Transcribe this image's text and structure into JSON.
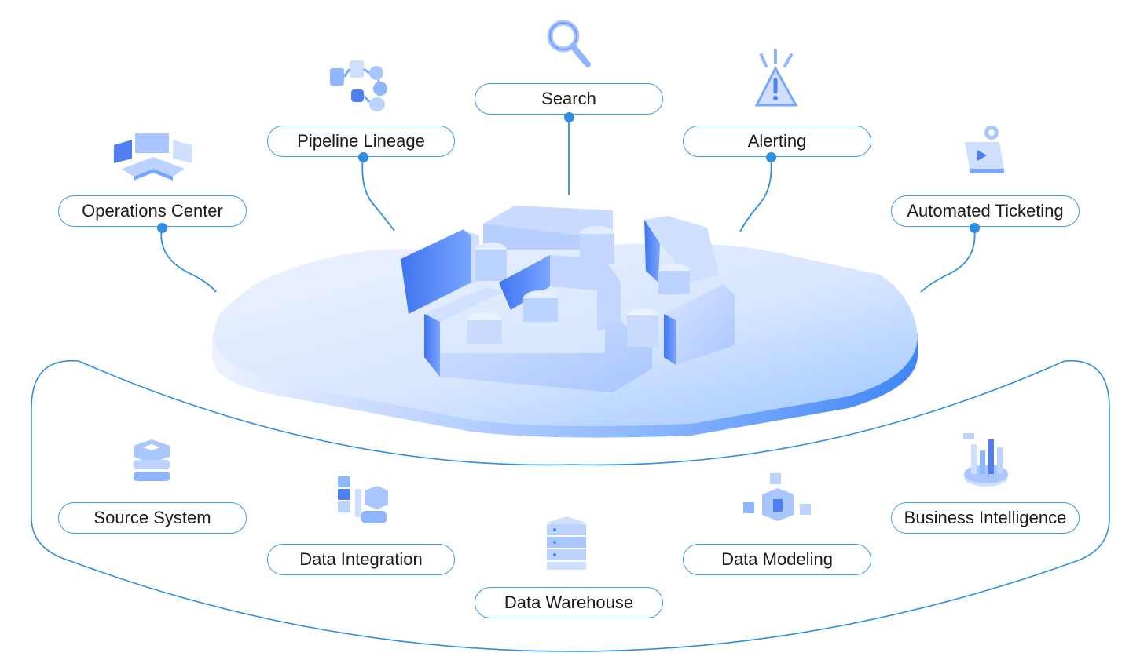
{
  "monitoring_nodes": [
    {
      "id": "operations-center",
      "label": "Operations Center",
      "icon": "operations-center-icon"
    },
    {
      "id": "pipeline-lineage",
      "label": "Pipeline Lineage",
      "icon": "pipeline-lineage-icon"
    },
    {
      "id": "search",
      "label": "Search",
      "icon": "search-icon"
    },
    {
      "id": "alerting",
      "label": "Alerting",
      "icon": "alerting-icon"
    },
    {
      "id": "automated-ticketing",
      "label": "Automated Ticketing",
      "icon": "automated-ticketing-icon"
    }
  ],
  "stack_nodes": [
    {
      "id": "source-system",
      "label": "Source System",
      "icon": "source-system-icon"
    },
    {
      "id": "data-integration",
      "label": "Data Integration",
      "icon": "data-integration-icon"
    },
    {
      "id": "data-warehouse",
      "label": "Data Warehouse",
      "icon": "data-warehouse-icon"
    },
    {
      "id": "data-modeling",
      "label": "Data Modeling",
      "icon": "data-modeling-icon"
    },
    {
      "id": "business-intelligence",
      "label": "Business Intelligence",
      "icon": "business-intelligence-icon"
    }
  ],
  "colors": {
    "accent": "#2e8fe0",
    "outline": "#3c9be6",
    "platform_light": "#e6efff",
    "platform_dark": "#4a8ef5",
    "icon_light": "#cfe0ff",
    "icon_mid": "#8fb6ff",
    "icon_dark": "#4f7ef0"
  }
}
